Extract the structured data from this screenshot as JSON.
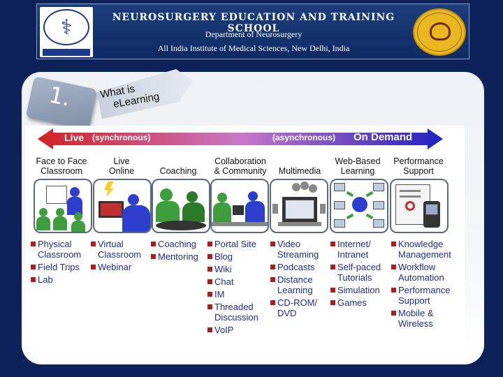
{
  "banner": {
    "title": "NEUROSURGERY EDUCATION AND TRAINING SCHOOL",
    "department": "Department of Neurosurgery",
    "institute": "All India Institute of Medical Sciences, New Delhi, India"
  },
  "slide": {
    "number": "1.",
    "title_line1": "What is",
    "title_line2": "eLearning"
  },
  "arrow": {
    "live": "Live",
    "live_sub": "(synchronous)",
    "async_sub": "(asynchronous)",
    "on_demand": "On Demand",
    "colors": {
      "left": "#d42020",
      "right": "#2020c0"
    }
  },
  "columns": [
    {
      "head": [
        "Face to Face",
        "Classroom"
      ],
      "items": [
        [
          "Physical",
          "Classroom"
        ],
        [
          "Field Trips"
        ],
        [
          "Lab"
        ]
      ]
    },
    {
      "head": [
        "Live",
        "Online"
      ],
      "items": [
        [
          "Virtual",
          "Classroom"
        ],
        [
          "Webinar"
        ]
      ]
    },
    {
      "head": [
        "Coaching"
      ],
      "items": [
        [
          "Coaching"
        ],
        [
          "Mentoring"
        ]
      ]
    },
    {
      "head": [
        "Collaboration",
        "& Community"
      ],
      "items": [
        [
          "Portal Site"
        ],
        [
          "Blog"
        ],
        [
          "Wiki"
        ],
        [
          "Chat"
        ],
        [
          "IM"
        ],
        [
          "Threaded",
          "Discussion"
        ],
        [
          "VoIP"
        ]
      ]
    },
    {
      "head": [
        "Multimedia"
      ],
      "items": [
        [
          "Video",
          "Streaming"
        ],
        [
          "Podcasts"
        ],
        [
          "Distance",
          "Learning"
        ],
        [
          "CD-ROM/",
          "DVD"
        ]
      ]
    },
    {
      "head": [
        "Web-Based",
        "Learning"
      ],
      "items": [
        [
          "Internet/",
          "Intranet"
        ],
        [
          "Self-paced",
          "Tutorials"
        ],
        [
          "Simulation"
        ],
        [
          "Games"
        ]
      ]
    },
    {
      "head": [
        "Performance",
        "Support"
      ],
      "items": [
        [
          "Knowledge",
          "Management"
        ],
        [
          "Workflow",
          "Automation"
        ],
        [
          "Performance",
          "Support"
        ],
        [
          "Mobile &",
          "Wireless"
        ]
      ]
    }
  ]
}
